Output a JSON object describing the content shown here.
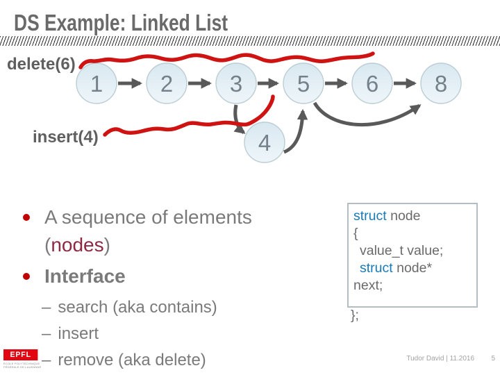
{
  "slide": {
    "title": "DS Example: Linked List",
    "footer": "Tudor David | 11.2016",
    "page_number": "5"
  },
  "annotations": {
    "delete_label": "delete(6)",
    "insert_label": "insert(4)",
    "annotation_color": "#cf1212"
  },
  "diagram": {
    "type": "linked-list",
    "nodes": [
      "1",
      "2",
      "3",
      "5",
      "6",
      "8"
    ],
    "inserted_node": "4",
    "arrow_color": "#595959",
    "node_fill_top": "#d8e8f0",
    "node_fill_bottom": "#eff6fa",
    "node_border": "#bccdd4"
  },
  "content": {
    "bullet1": {
      "line1": "A sequence of elements",
      "open_paren": "(",
      "highlight": "nodes",
      "close_paren": ")"
    },
    "bullet2": "Interface",
    "dash": "–",
    "sub_bullets": [
      "search (aka contains)",
      "insert",
      "remove (aka delete)"
    ],
    "highlight_color": "#8e2944",
    "bullet_color": "#c00000"
  },
  "code_box": {
    "keyword1": "struct",
    "rest1": " node",
    "line2": "{",
    "line3": "value_t value;",
    "keyword4": "struct",
    "rest4": " node*",
    "line5": "next;",
    "line6": "};",
    "keyword_color": "#1b7ab5"
  },
  "logo": {
    "text": "EPFL",
    "caption_line1": "ÉCOLE POLYTECHNIQUE",
    "caption_line2": "FÉDÉRALE DE LAUSANNE"
  }
}
